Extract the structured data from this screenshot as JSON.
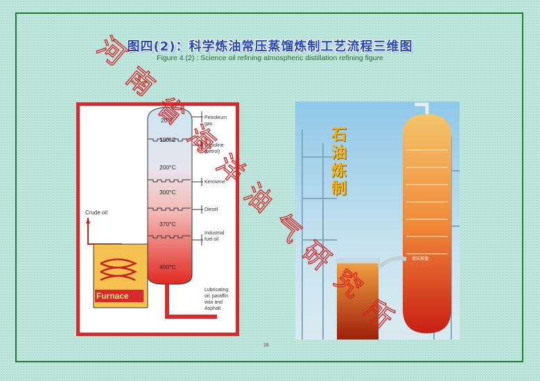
{
  "title": "图四(2)：科学炼油常压蒸馏炼制工艺流程三维图",
  "subtitle": "Figure 4 (2) : Science oil refining atmospheric distillation refining figure",
  "page_number": "16",
  "left_diagram": {
    "crude_label": "Crude oil",
    "furnace_label": "Furnace",
    "temperatures": [
      "20°C",
      "150°C",
      "200°C",
      "300°C",
      "370°C",
      "400°C"
    ],
    "outputs": [
      "Petroleum gas",
      "Gasoline (petrol)",
      "Kerosene",
      "Diesel",
      "Industrial fuel oil",
      "Lubricating oil, paraffin wax and Asphalt"
    ]
  },
  "right_image": {
    "vertical_text": [
      "石",
      "油",
      "炼",
      "制"
    ],
    "tower_label": "常压蒸馏"
  },
  "watermark_chars": [
    "河",
    "南",
    "省",
    "海",
    "洋",
    "油",
    "气",
    "研",
    "究",
    "所"
  ],
  "colors": {
    "title": "#2446b8",
    "frame": "#1d7a2e",
    "left_border": "#d8292c",
    "watermark": "#d82020"
  }
}
